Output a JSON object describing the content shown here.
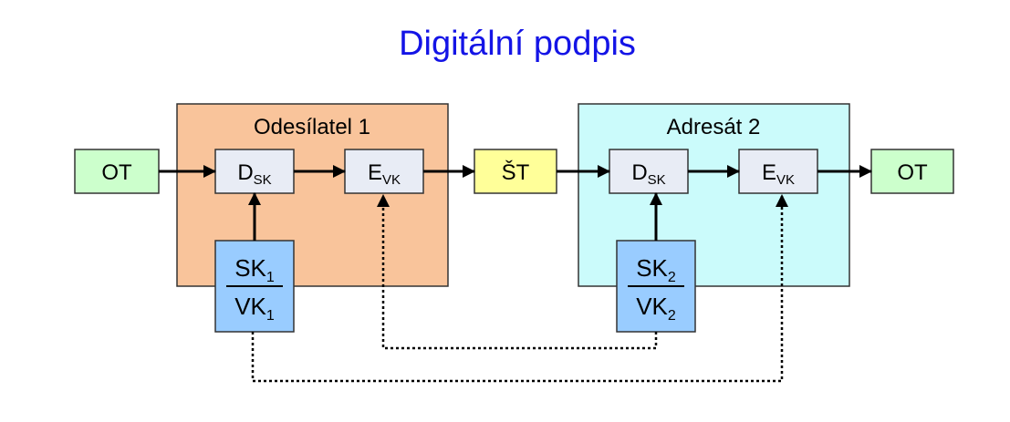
{
  "title": "Digitální podpis",
  "colors": {
    "title": "#1414e6",
    "sender_bg": "#f9c49b",
    "receiver_bg": "#cbfbfb",
    "ot_box": "#ccffcc",
    "st_box": "#ffff99",
    "op_box": "#e8ecf5",
    "key_box": "#99ccff"
  },
  "sender": {
    "label": "Odesílatel 1",
    "decrypt": {
      "main": "D",
      "sub": "SK"
    },
    "encrypt": {
      "main": "E",
      "sub": "VK"
    },
    "key_top": {
      "main": "SK",
      "sub": "1"
    },
    "key_bottom": {
      "main": "VK",
      "sub": "1"
    }
  },
  "receiver": {
    "label": "Adresát 2",
    "decrypt": {
      "main": "D",
      "sub": "SK"
    },
    "encrypt": {
      "main": "E",
      "sub": "VK"
    },
    "key_top": {
      "main": "SK",
      "sub": "2"
    },
    "key_bottom": {
      "main": "VK",
      "sub": "2"
    }
  },
  "input_text": "OT",
  "cipher_text": "ŠT",
  "output_text": "OT"
}
